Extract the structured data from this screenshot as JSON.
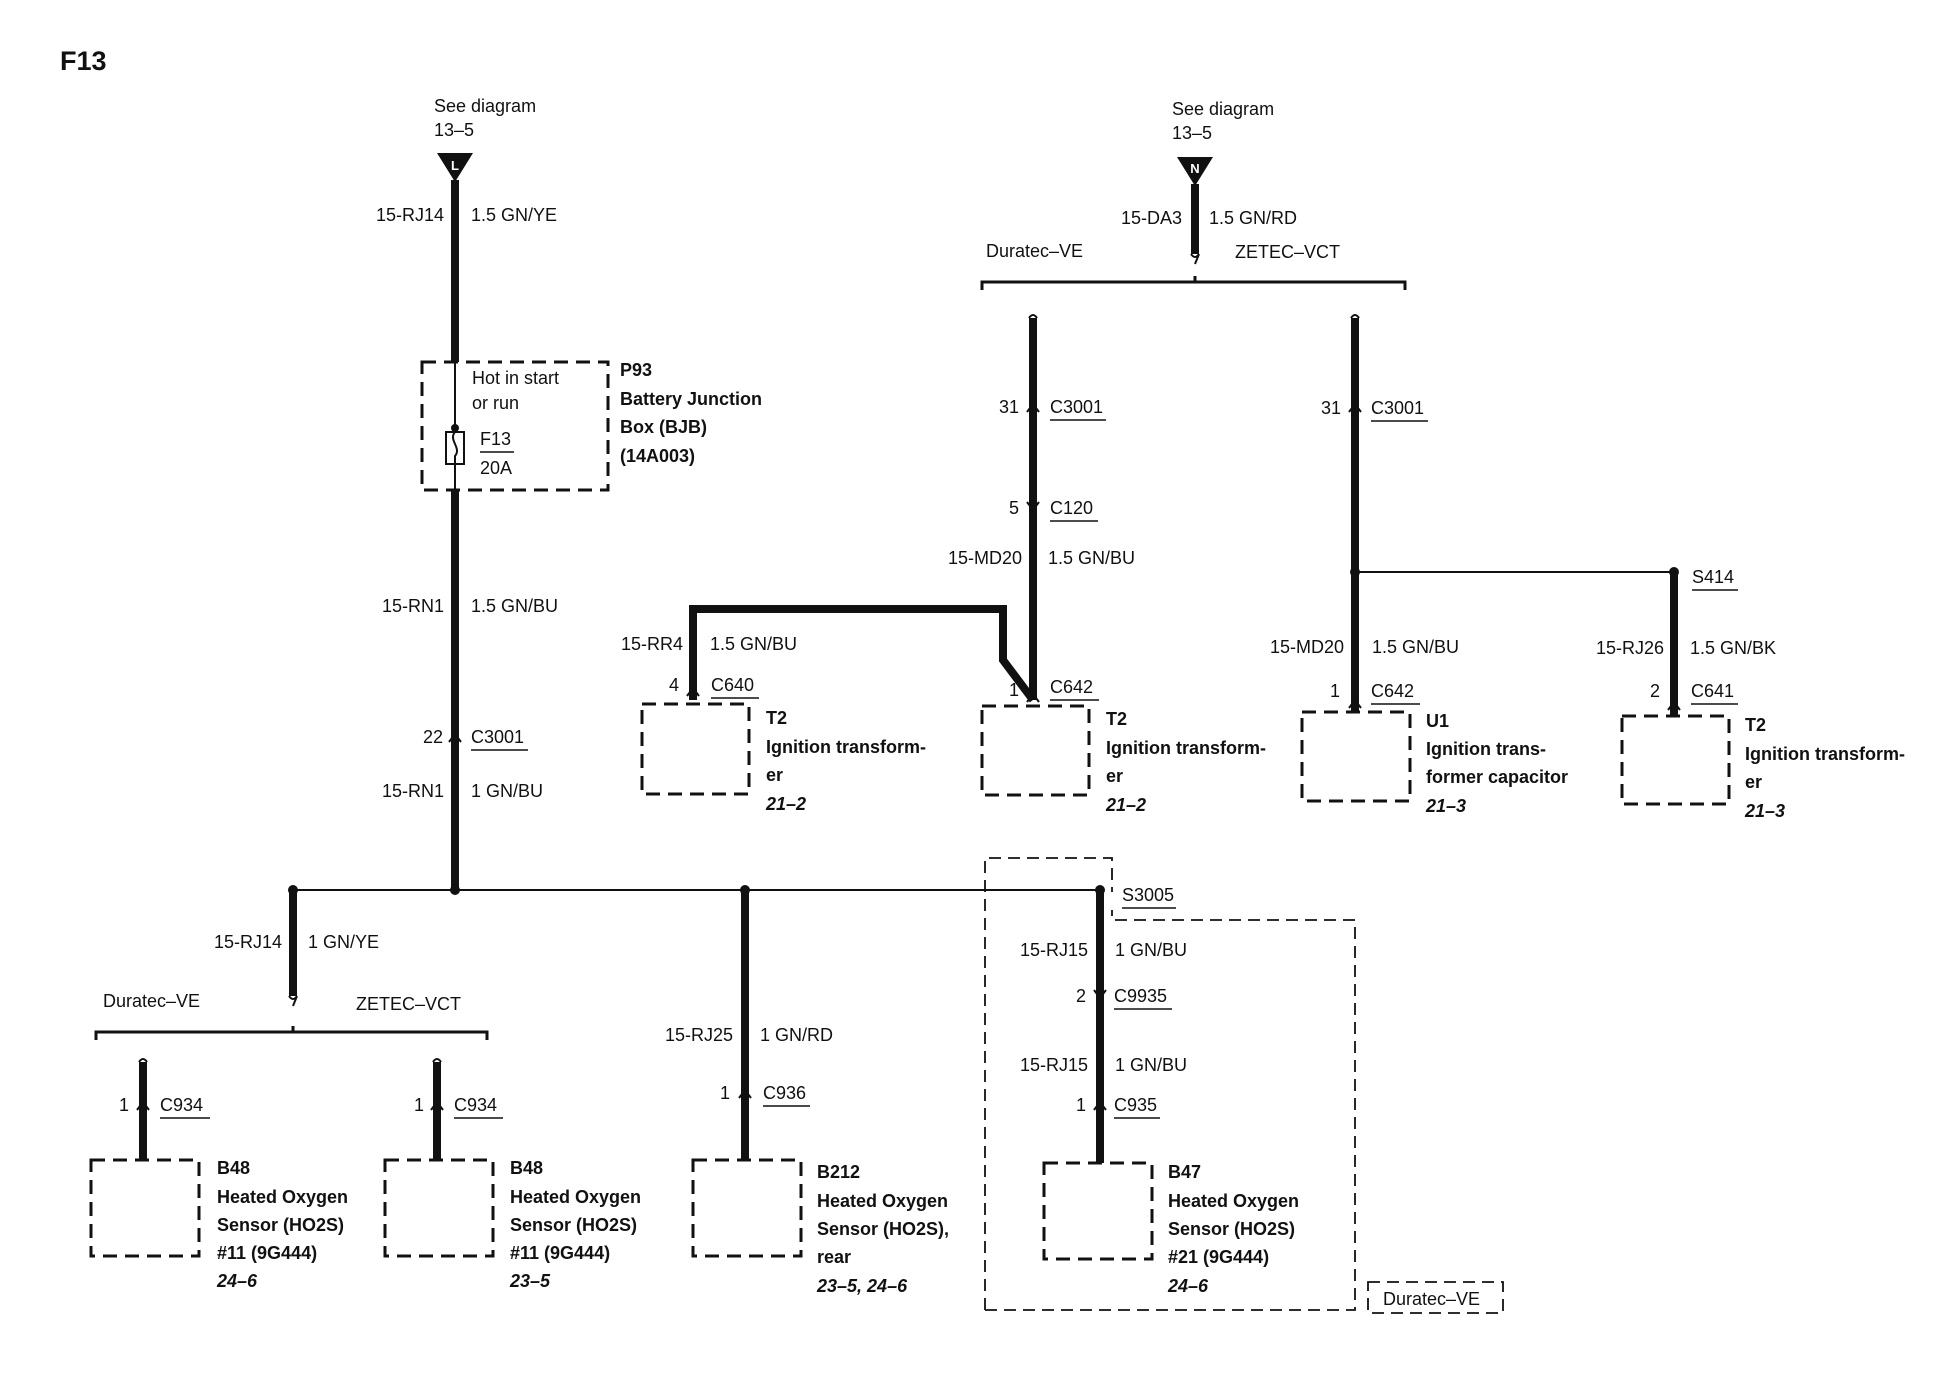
{
  "page_title": "F13",
  "refs": {
    "see_diagram": "See diagram",
    "page_13_5": "13–5",
    "terminal_L": "L",
    "terminal_N": "N"
  },
  "variants": {
    "duratec": "Duratec–VE",
    "zetec": "ZETEC–VCT"
  },
  "bjb": {
    "id": "P93",
    "name_1": "Battery Junction",
    "name_2": "Box (BJB)",
    "part": "(14A003)",
    "hot_1": "Hot in start",
    "hot_2": "or run",
    "fuse_id": "F13",
    "fuse_rating": "20A"
  },
  "wires": {
    "rj14_top": {
      "circuit": "15-RJ14",
      "spec": "1.5 GN/YE"
    },
    "rn1_a": {
      "circuit": "15-RN1",
      "spec": "1.5 GN/BU"
    },
    "rn1_b": {
      "circuit": "15-RN1",
      "spec": "1 GN/BU"
    },
    "da3": {
      "circuit": "15-DA3",
      "spec": "1.5 GN/RD"
    },
    "md20_a": {
      "circuit": "15-MD20",
      "spec": "1.5 GN/BU"
    },
    "rr4": {
      "circuit": "15-RR4",
      "spec": "1.5 GN/BU"
    },
    "md20_b": {
      "circuit": "15-MD20",
      "spec": "1.5 GN/BU"
    },
    "rj26": {
      "circuit": "15-RJ26",
      "spec": "1.5 GN/BK"
    },
    "rj14_bot": {
      "circuit": "15-RJ14",
      "spec": "1 GN/YE"
    },
    "rj25": {
      "circuit": "15-RJ25",
      "spec": "1 GN/RD"
    },
    "rj15_a": {
      "circuit": "15-RJ15",
      "spec": "1 GN/BU"
    },
    "rj15_b": {
      "circuit": "15-RJ15",
      "spec": "1 GN/BU"
    }
  },
  "connectors": {
    "c3001_main": {
      "pin": "22",
      "id": "C3001"
    },
    "c3001_l": {
      "pin": "31",
      "id": "C3001"
    },
    "c3001_r": {
      "pin": "31",
      "id": "C3001"
    },
    "c120": {
      "pin": "5",
      "id": "C120"
    },
    "c640": {
      "pin": "4",
      "id": "C640"
    },
    "c642_a": {
      "pin": "1",
      "id": "C642"
    },
    "c642_b": {
      "pin": "1",
      "id": "C642"
    },
    "c641": {
      "pin": "2",
      "id": "C641"
    },
    "c934_a": {
      "pin": "1",
      "id": "C934"
    },
    "c934_b": {
      "pin": "1",
      "id": "C934"
    },
    "c936": {
      "pin": "1",
      "id": "C936"
    },
    "c9935": {
      "pin": "2",
      "id": "C9935"
    },
    "c935": {
      "pin": "1",
      "id": "C935"
    }
  },
  "splices": {
    "s414": "S414",
    "s3005": "S3005"
  },
  "components": {
    "t2_a": {
      "id": "T2",
      "line1": "Ignition transform-",
      "line2": "er",
      "ref": "21–2"
    },
    "t2_b": {
      "id": "T2",
      "line1": "Ignition transform-",
      "line2": "er",
      "ref": "21–2"
    },
    "u1": {
      "id": "U1",
      "line1": "Ignition trans-",
      "line2": "former capacitor",
      "ref": "21–3"
    },
    "t2_c": {
      "id": "T2",
      "line1": "Ignition transform-",
      "line2": "er",
      "ref": "21–3"
    },
    "b48_a": {
      "id": "B48",
      "line1": "Heated Oxygen",
      "line2": "Sensor (HO2S)",
      "line3": "#11 (9G444)",
      "ref": "24–6"
    },
    "b48_b": {
      "id": "B48",
      "line1": "Heated Oxygen",
      "line2": "Sensor (HO2S)",
      "line3": "#11 (9G444)",
      "ref": "23–5"
    },
    "b212": {
      "id": "B212",
      "line1": "Heated Oxygen",
      "line2": "Sensor (HO2S),",
      "line3": "rear",
      "ref": "23–5, 24–6"
    },
    "b47": {
      "id": "B47",
      "line1": "Heated Oxygen",
      "line2": "Sensor (HO2S)",
      "line3": "#21 (9G444)",
      "ref": "24–6"
    }
  },
  "legend": {
    "dashed_box": "Duratec–VE"
  }
}
